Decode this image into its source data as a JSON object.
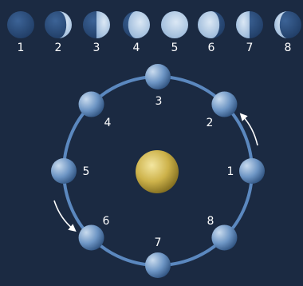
{
  "phase_strip": [
    {
      "label": "1",
      "phase": "new"
    },
    {
      "label": "2",
      "phase": "waxing-crescent"
    },
    {
      "label": "3",
      "phase": "first-quarter"
    },
    {
      "label": "4",
      "phase": "waxing-gibbous"
    },
    {
      "label": "5",
      "phase": "full"
    },
    {
      "label": "6",
      "phase": "waning-gibbous"
    },
    {
      "label": "7",
      "phase": "third-quarter"
    },
    {
      "label": "8",
      "phase": "waning-crescent"
    }
  ],
  "orbit": {
    "moons": [
      {
        "label": "1",
        "position": "right"
      },
      {
        "label": "2",
        "position": "upper-right"
      },
      {
        "label": "3",
        "position": "top"
      },
      {
        "label": "4",
        "position": "upper-left"
      },
      {
        "label": "5",
        "position": "left"
      },
      {
        "label": "6",
        "position": "lower-left"
      },
      {
        "label": "7",
        "position": "bottom"
      },
      {
        "label": "8",
        "position": "lower-right"
      }
    ],
    "direction": "counterclockwise"
  },
  "colors": {
    "background": "#1b2a42",
    "moon_lit": "#c9dcef",
    "moon_dark": "#2a4a76",
    "orbit": "#5b88bf",
    "earth": "#d8c15a",
    "label": "#ffffff"
  }
}
